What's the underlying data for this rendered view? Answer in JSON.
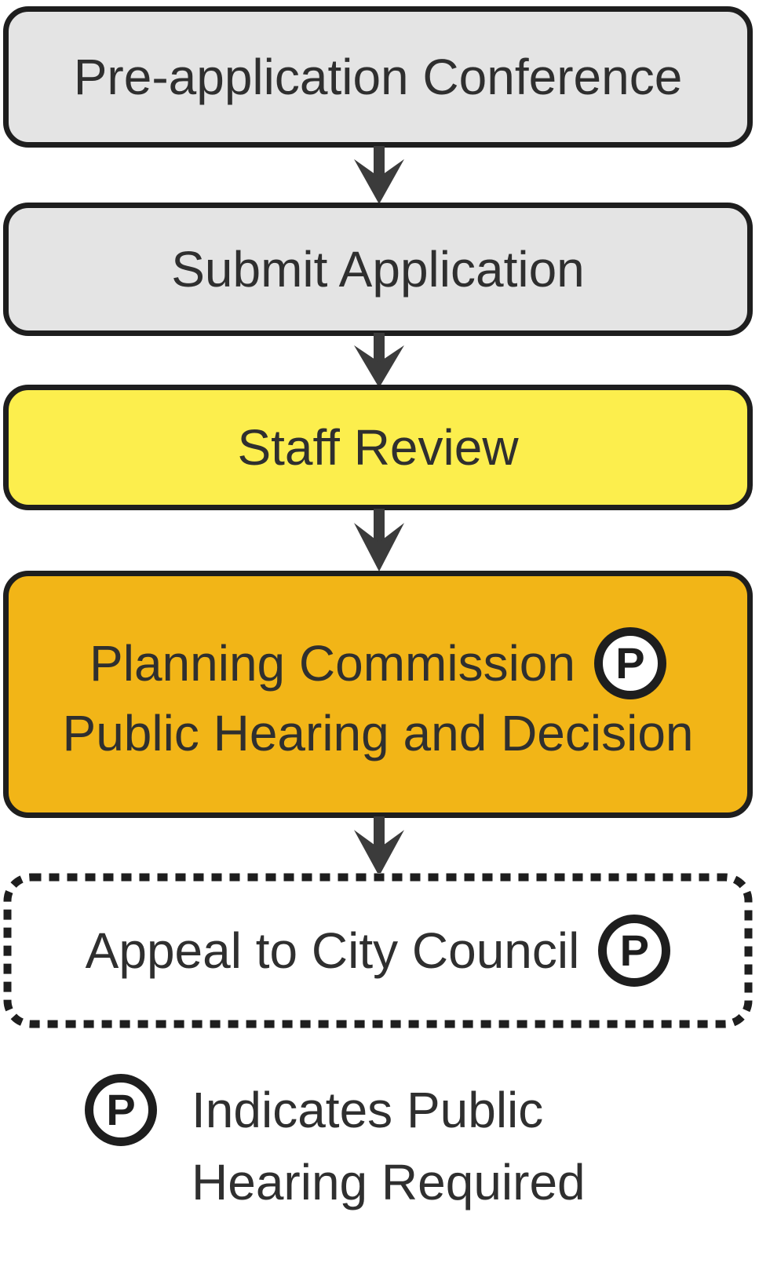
{
  "diagram": {
    "title_hint": "Planning approval process flowchart",
    "steps": [
      {
        "label": "Pre-application Conference",
        "type": "gray",
        "public_hearing": false
      },
      {
        "label": "Submit Application",
        "type": "gray",
        "public_hearing": false
      },
      {
        "label": "Staff Review",
        "type": "yellow",
        "public_hearing": false
      },
      {
        "label_line1": "Planning Commission",
        "label_line2": "Public Hearing and Decision",
        "type": "gold",
        "public_hearing": true
      },
      {
        "label": "Appeal to City Council",
        "type": "dotted",
        "public_hearing": true
      }
    ],
    "badge": {
      "letter": "P",
      "meaning": "Public Hearing Required"
    },
    "legend": {
      "line1": "Indicates Public",
      "line2": "Hearing Required"
    },
    "colors": {
      "step_default": "#e4e4e4",
      "staff_review": "#fcee4d",
      "planning_commission": "#f2b517",
      "border": "#1e1e1e",
      "arrow": "#3b3b3b",
      "text": "#2f2f2f"
    }
  }
}
